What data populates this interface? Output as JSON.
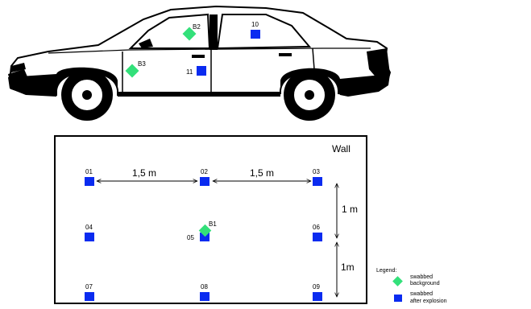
{
  "car": {
    "markers": [
      {
        "id": "B2",
        "type": "background"
      },
      {
        "id": "10",
        "type": "explosion"
      },
      {
        "id": "B3",
        "type": "background"
      },
      {
        "id": "11",
        "type": "explosion"
      }
    ]
  },
  "floor": {
    "wall_label": "Wall",
    "markers": [
      {
        "id": "01",
        "type": "explosion"
      },
      {
        "id": "02",
        "type": "explosion"
      },
      {
        "id": "03",
        "type": "explosion"
      },
      {
        "id": "04",
        "type": "explosion"
      },
      {
        "id": "05",
        "type": "explosion"
      },
      {
        "id": "B1",
        "type": "background"
      },
      {
        "id": "06",
        "type": "explosion"
      },
      {
        "id": "07",
        "type": "explosion"
      },
      {
        "id": "08",
        "type": "explosion"
      },
      {
        "id": "09",
        "type": "explosion"
      }
    ],
    "dimensions": {
      "h1": "1,5 m",
      "h2": "1,5 m",
      "v1": "1 m",
      "v2": "1m"
    }
  },
  "legend": {
    "title": "Legend:",
    "background_line1": "swabbed",
    "background_line2": "background",
    "explosion_line1": "swabbed",
    "explosion_line2": "after explosion"
  },
  "colors": {
    "background_marker": "#33e07a",
    "explosion_marker": "#0a2bf0",
    "line": "#000000"
  }
}
